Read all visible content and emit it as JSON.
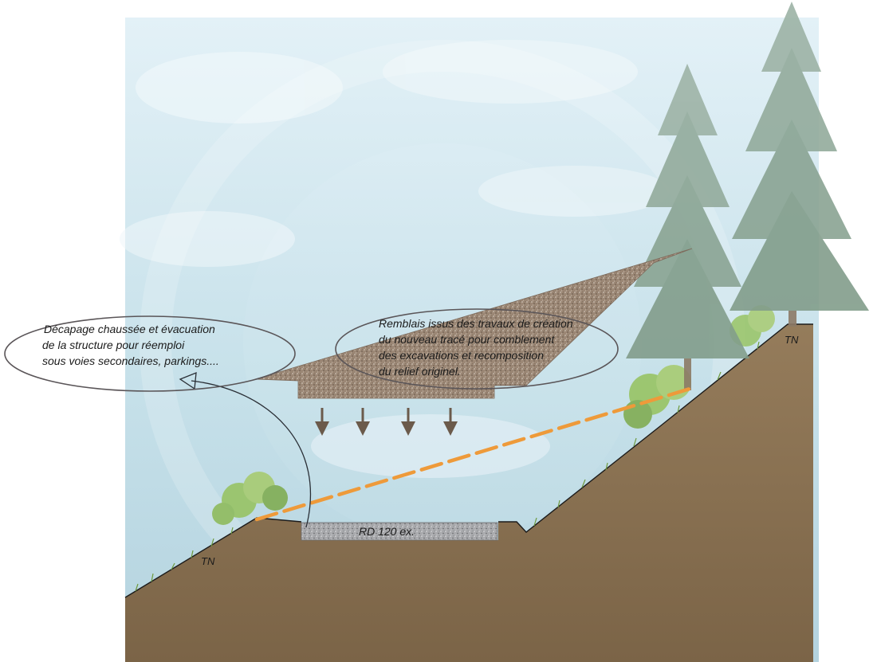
{
  "annotations": {
    "left_note": [
      "Décapage chaussée et évacuation",
      "de la structure pour réemploi",
      "sous voies secondaires, parkings...."
    ],
    "right_note": [
      "Remblais issus des travaux de création",
      "du nouveau tracé pour comblement",
      "des excavations et recomposition",
      "du relief originel."
    ],
    "road_label": "RD 120 ex.",
    "tn_left": "TN",
    "tn_right": "TN"
  },
  "colors": {
    "sky_top": "#e2f0f6",
    "sky_bottom": "#b7d6e2",
    "ground": "#8d7556",
    "ground_dark": "#7a6347",
    "fill_material": "#9a8674",
    "old_road": "#a9aaad",
    "new_alignment": "#ee9a3a",
    "arrows": "#6b5a4b",
    "conifer": "#8fa99a",
    "shrub": "#8fbd5a"
  }
}
